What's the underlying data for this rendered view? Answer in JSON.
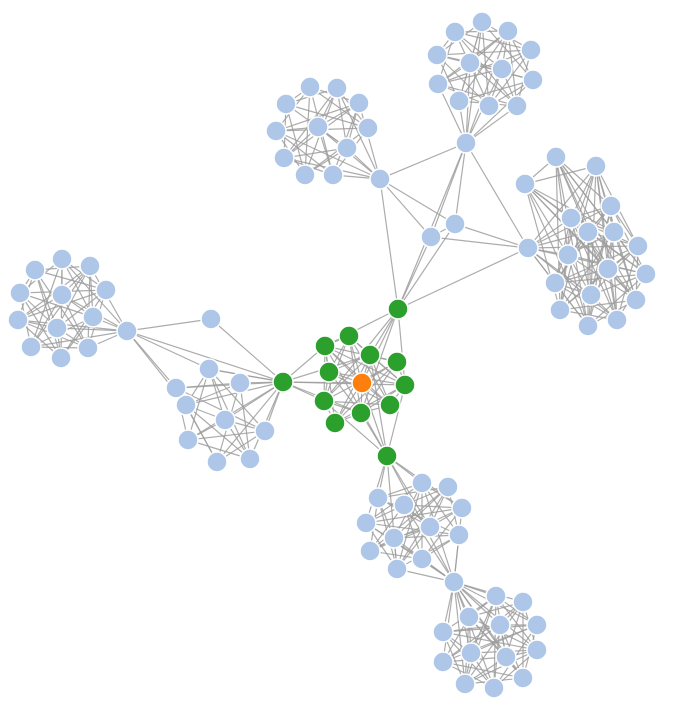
{
  "graph": {
    "node_radius": 10,
    "colors": {
      "edge": "#9e9e9e",
      "node_default": "#aec7e8",
      "node_neighbor": "#2ca02c",
      "node_selected": "#ff7f0e",
      "node_stroke": "#ffffff"
    },
    "node_states": [
      "default",
      "neighbor",
      "selected"
    ],
    "selected_node": "c0_center",
    "clusters": 11,
    "nodes_total": 112
  }
}
